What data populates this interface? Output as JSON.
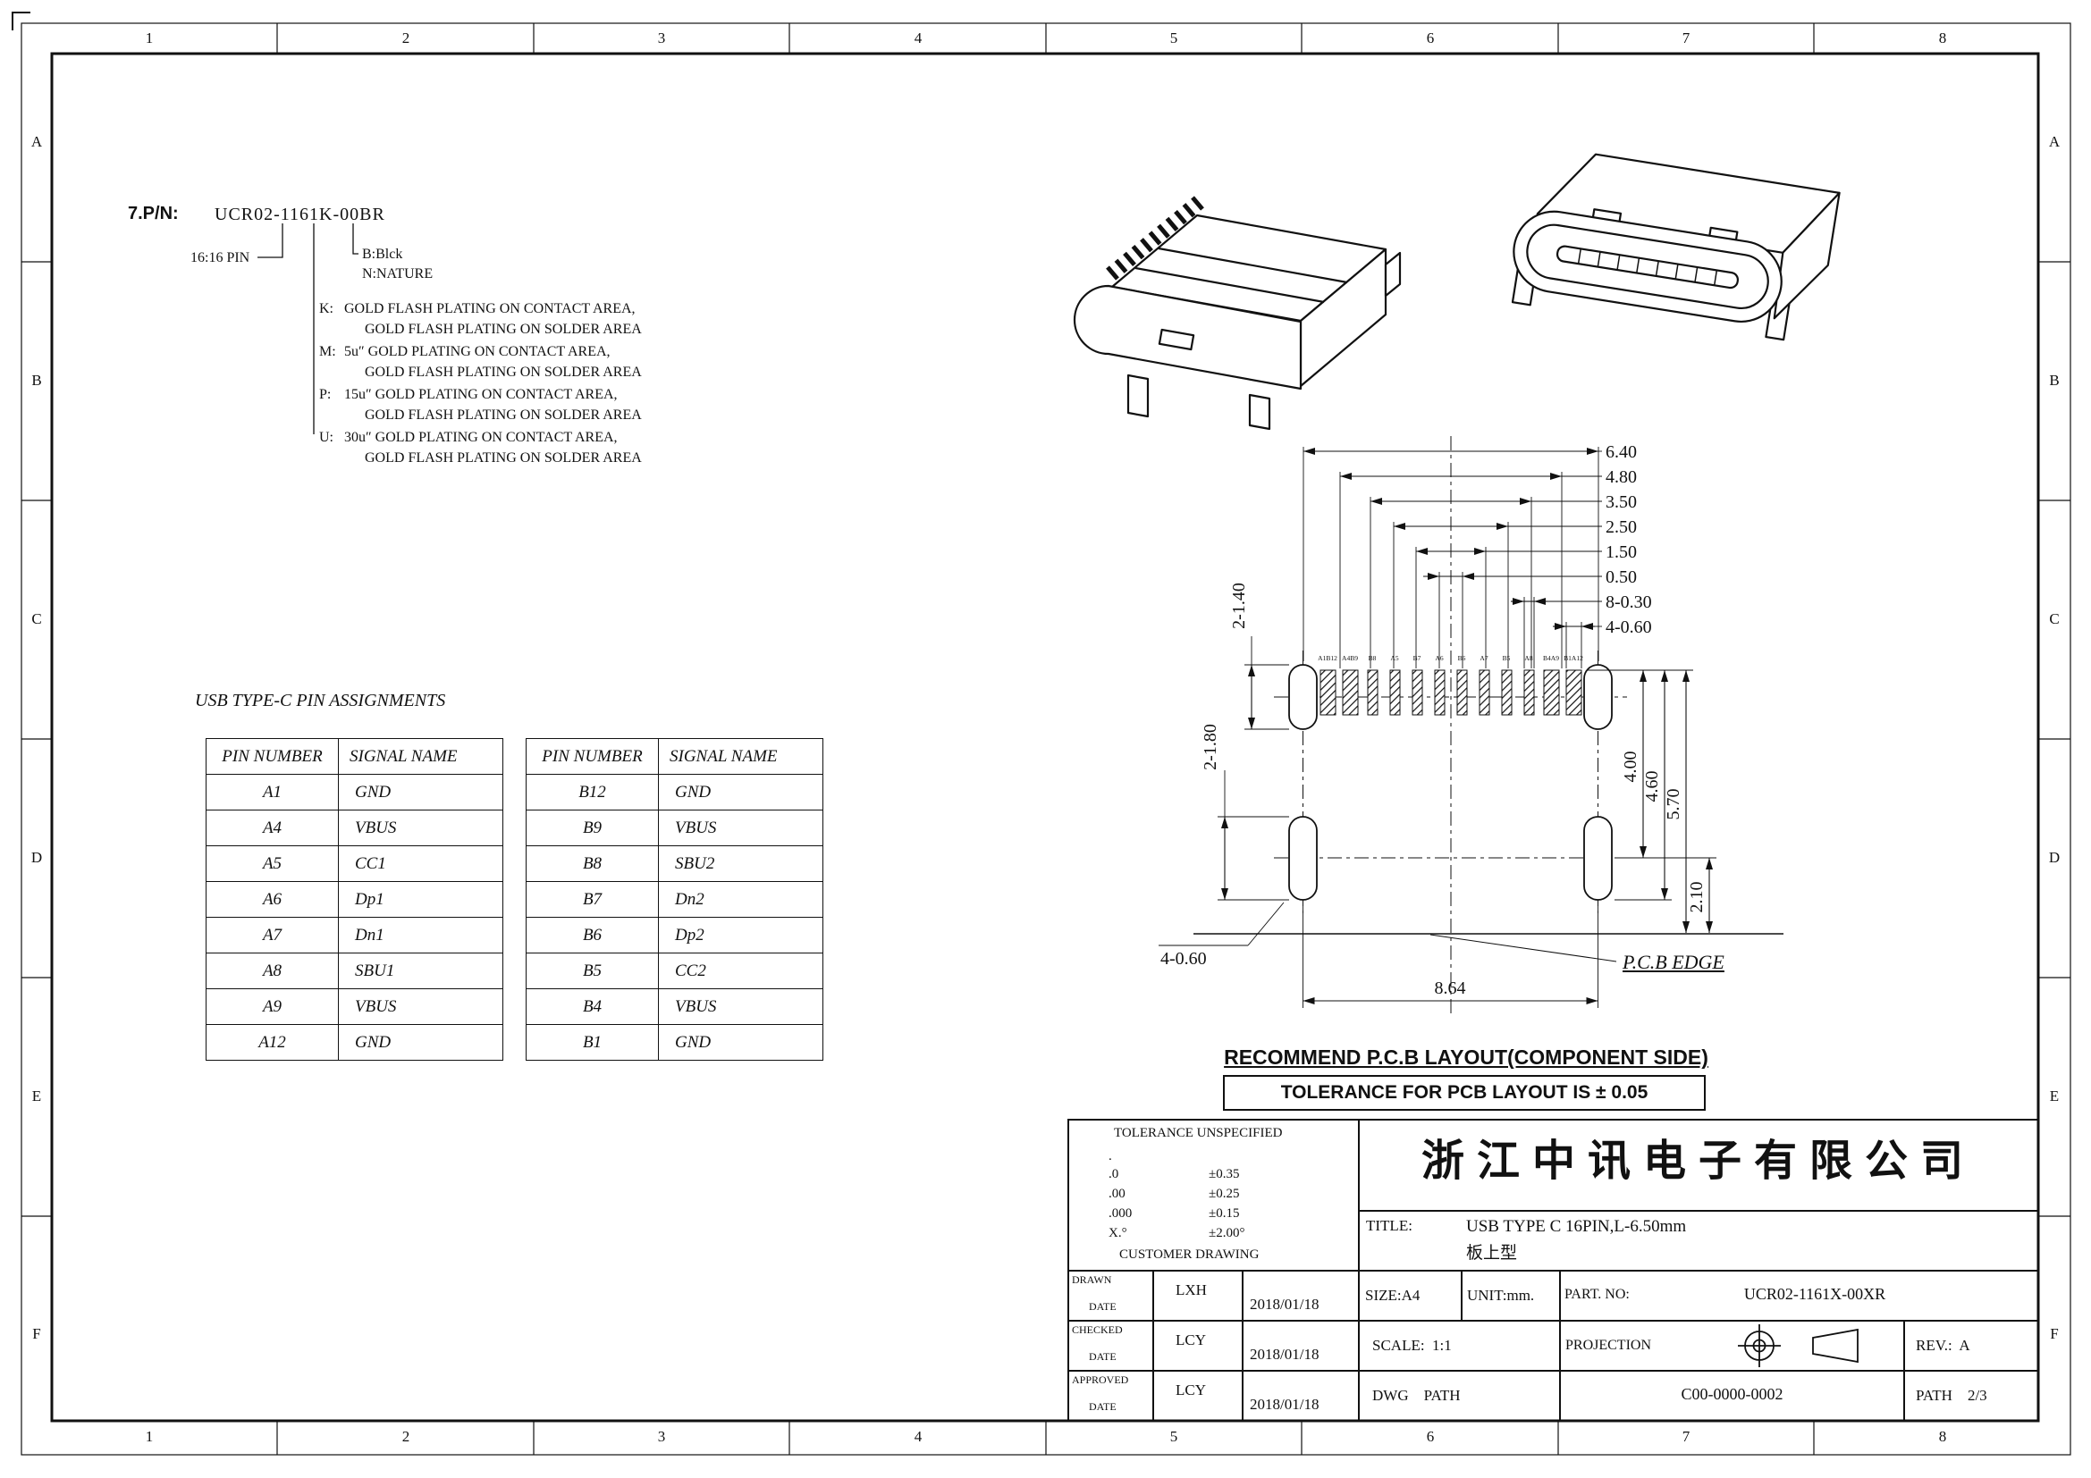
{
  "frame": {
    "cols": [
      "1",
      "2",
      "3",
      "4",
      "5",
      "6",
      "7",
      "8"
    ],
    "rows": [
      "A",
      "B",
      "C",
      "D",
      "E",
      "F"
    ]
  },
  "pn_section": {
    "label": "7.P/N:",
    "part_number": "UCR02-1161K-00BR",
    "pin_note": "16:16 PIN",
    "color_b": "B:Blck",
    "color_n": "N:NATURE",
    "plating": [
      {
        "key": "K:",
        "l1": "GOLD FLASH PLATING ON CONTACT AREA,",
        "l2": "GOLD FLASH PLATING ON SOLDER AREA"
      },
      {
        "key": "M:",
        "l1": "5u″ GOLD PLATING ON CONTACT AREA,",
        "l2": "GOLD FLASH PLATING ON SOLDER AREA"
      },
      {
        "key": "P:",
        "l1": "15u″ GOLD PLATING ON CONTACT AREA,",
        "l2": "GOLD FLASH PLATING ON SOLDER AREA"
      },
      {
        "key": "U:",
        "l1": "30u″ GOLD PLATING ON CONTACT AREA,",
        "l2": "GOLD FLASH PLATING ON SOLDER AREA"
      }
    ]
  },
  "pin_tables": {
    "title": "USB TYPE-C PIN ASSIGNMENTS",
    "headers": [
      "PIN NUMBER",
      "SIGNAL NAME"
    ],
    "table_a": [
      [
        "A1",
        "GND"
      ],
      [
        "A4",
        "VBUS"
      ],
      [
        "A5",
        "CC1"
      ],
      [
        "A6",
        "Dp1"
      ],
      [
        "A7",
        "Dn1"
      ],
      [
        "A8",
        "SBU1"
      ],
      [
        "A9",
        "VBUS"
      ],
      [
        "A12",
        "GND"
      ]
    ],
    "table_b": [
      [
        "B12",
        "GND"
      ],
      [
        "B9",
        "VBUS"
      ],
      [
        "B8",
        "SBU2"
      ],
      [
        "B7",
        "Dn2"
      ],
      [
        "B6",
        "Dp2"
      ],
      [
        "B5",
        "CC2"
      ],
      [
        "B4",
        "VBUS"
      ],
      [
        "B1",
        "GND"
      ]
    ]
  },
  "pcb_layout": {
    "pad_labels": [
      "A1B12",
      "A4B9",
      "B8",
      "A5",
      "B7",
      "A6",
      "B6",
      "A7",
      "B5",
      "A8",
      "B4A9",
      "B1A12"
    ],
    "dims_top": [
      "6.40",
      "4.80",
      "3.50",
      "2.50",
      "1.50",
      "0.50",
      "8-0.30",
      "4-0.60"
    ],
    "dim_hole_top": "2-1.40",
    "dim_hole_bottom": "2-1.80",
    "dims_right": [
      "4.00",
      "4.60",
      "5.70",
      "2.10"
    ],
    "dim_hole_width": "4-0.60",
    "dim_bottom_width": "8.64",
    "pcb_edge": "P.C.B EDGE",
    "recommend": "RECOMMEND P.C.B LAYOUT(COMPONENT SIDE)",
    "tolerance_note": "TOLERANCE FOR PCB LAYOUT IS ± 0.05"
  },
  "title_block": {
    "tol_title": "TOLERANCE UNSPECIFIED",
    "tol_rows": [
      {
        "p": ".",
        "v": ""
      },
      {
        "p": ".0",
        "v": "±0.35"
      },
      {
        "p": ".00",
        "v": "±0.25"
      },
      {
        "p": ".000",
        "v": "±0.15"
      },
      {
        "p": "X.°",
        "v": "±2.00°"
      }
    ],
    "customer_drawing": "CUSTOMER DRAWING",
    "company": "浙江中讯电子有限公司",
    "title_label": "TITLE:",
    "title_line1": "USB TYPE C 16PIN,L-6.50mm",
    "title_line2": "板上型",
    "drawn_label": "DRAWN",
    "checked_label": "CHECKED",
    "approved_label": "APPROVED",
    "date_label": "DATE",
    "drawn_name": "LXH",
    "checked_name": "LCY",
    "approved_name": "LCY",
    "drawn_date": "2018/01/18",
    "checked_date": "2018/01/18",
    "approved_date": "2018/01/18",
    "size": "SIZE:A4",
    "unit": "UNIT:mm.",
    "part_no_label": "PART. NO:",
    "part_no": "UCR02-1161X-00XR",
    "scale": "SCALE:  1:1",
    "projection_label": "PROJECTION",
    "rev": "REV.:  A",
    "dwg": "DWG    PATH",
    "dwg_no": "C00-0000-0002",
    "path_page": "PATH    2/3"
  }
}
